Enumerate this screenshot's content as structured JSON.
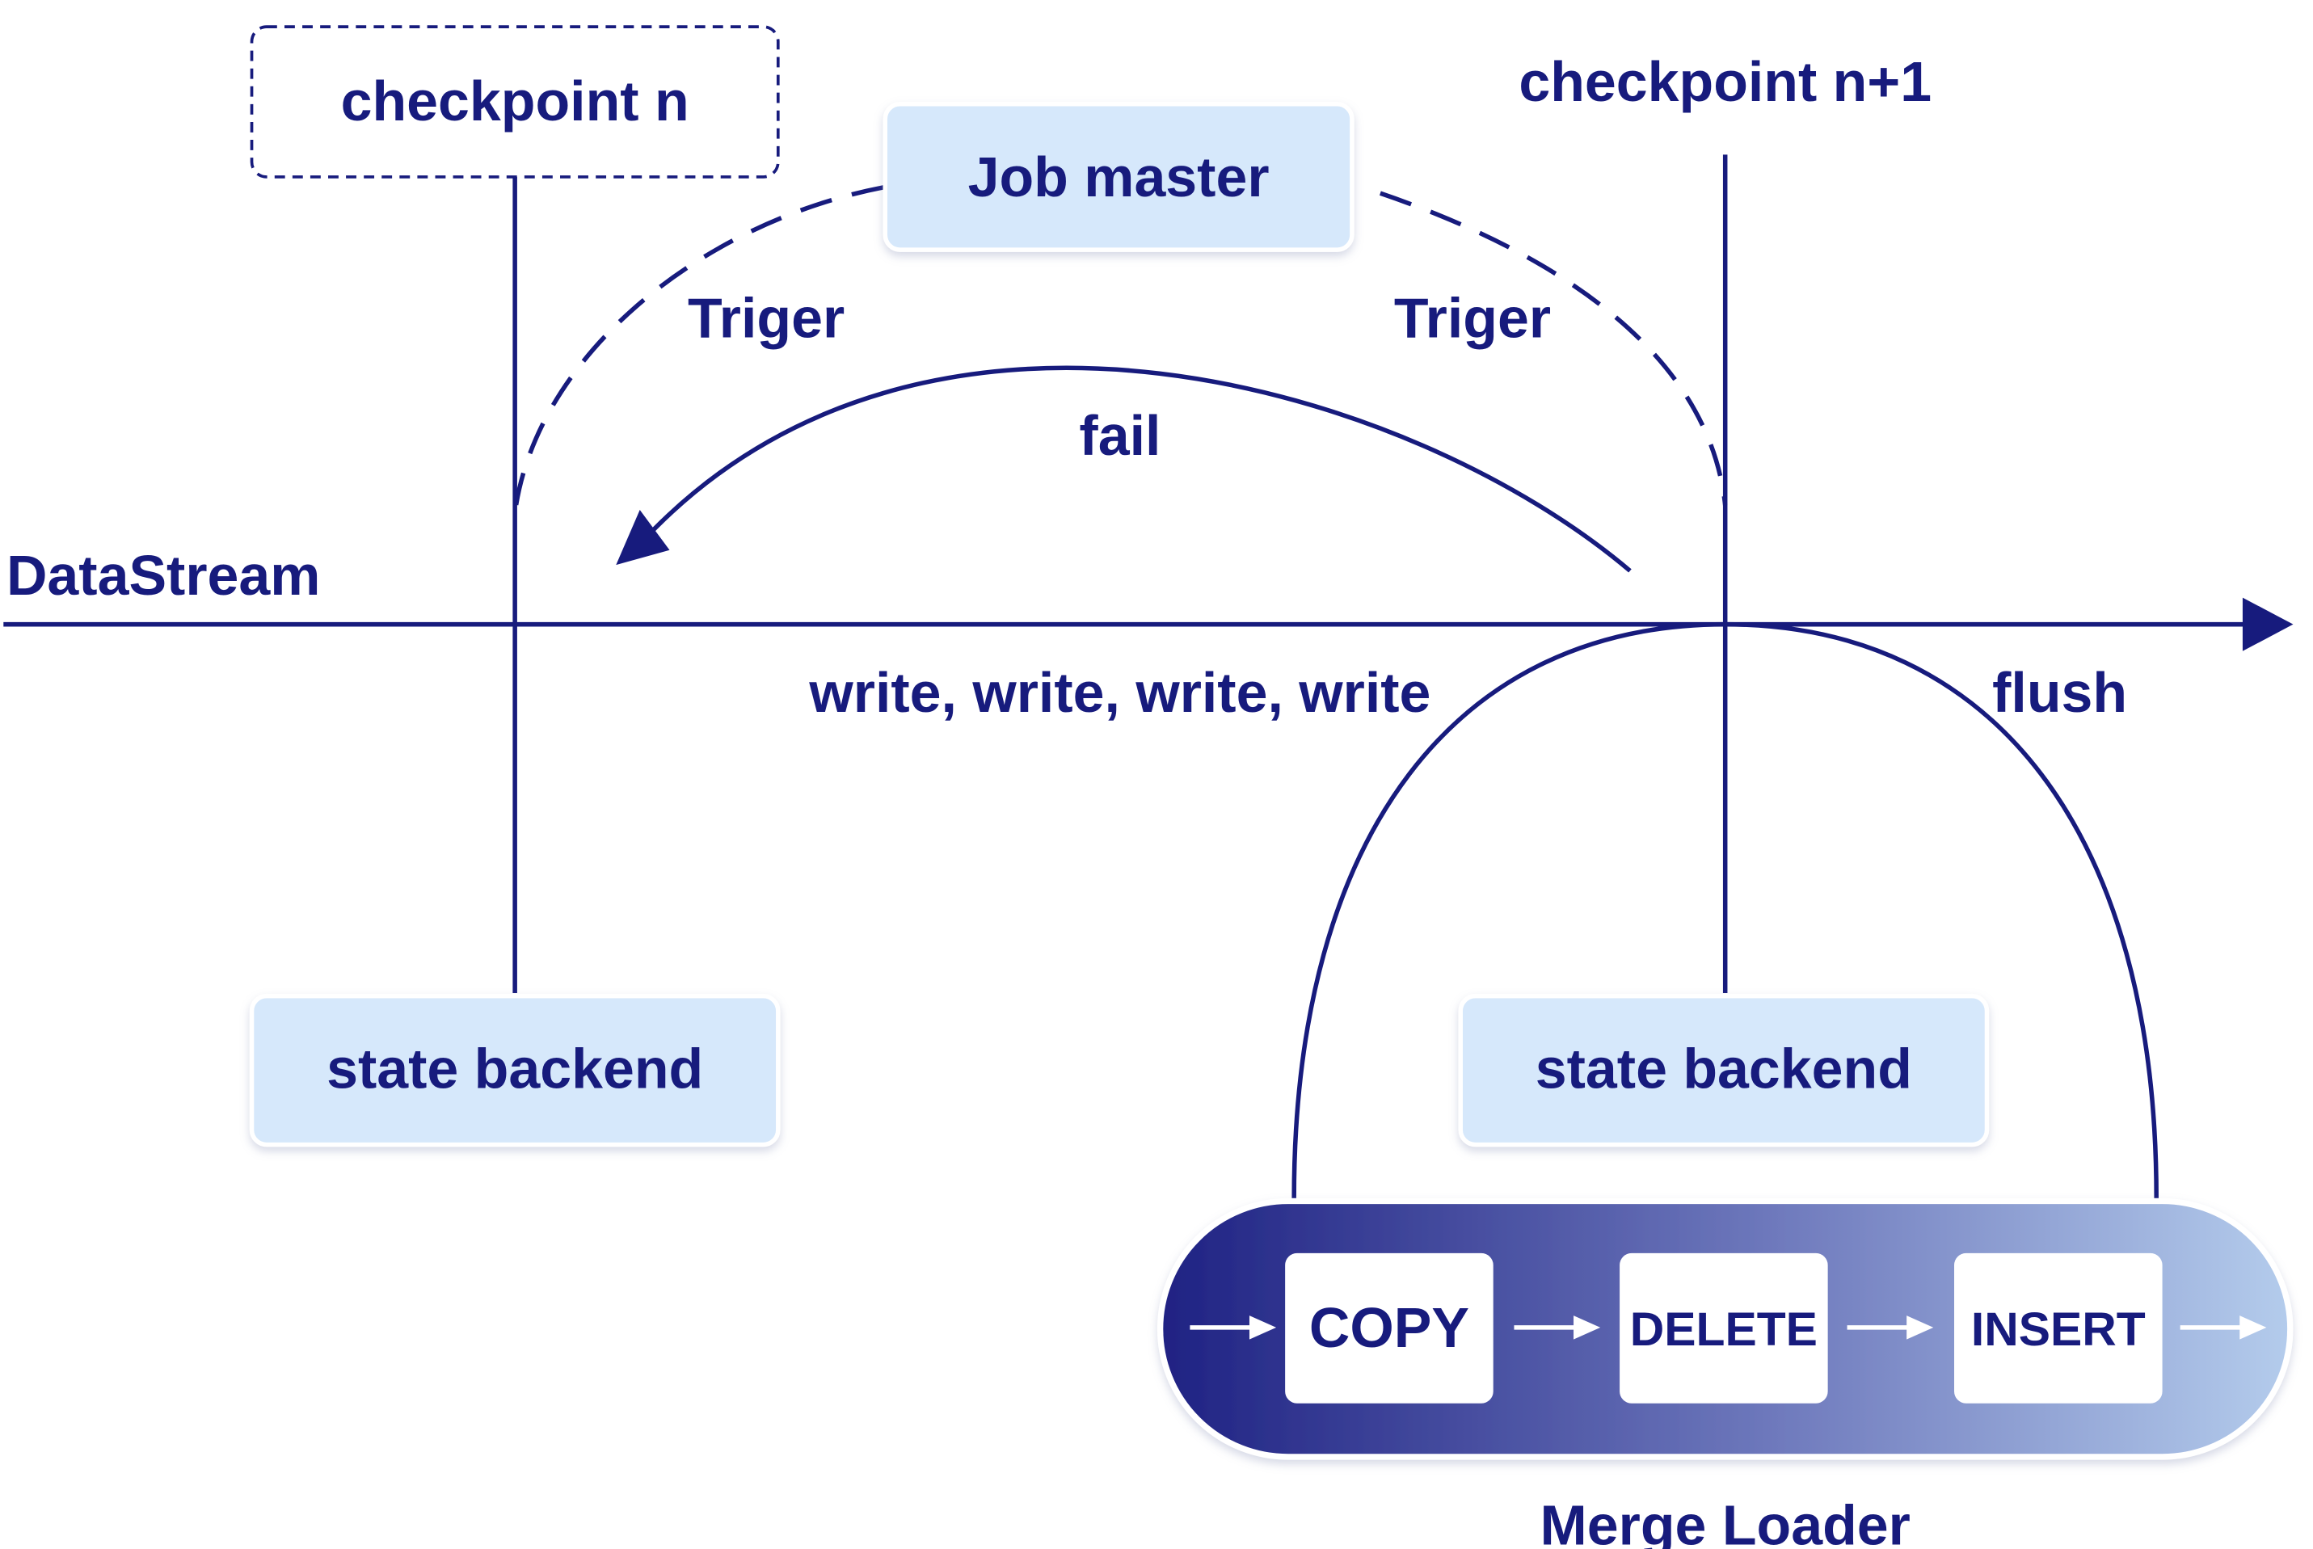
{
  "colors": {
    "ink": "#171b7d",
    "box_fill": "#d6e8fb",
    "box_border": "#ffffff",
    "loader_dark": "#1f2283",
    "loader_light": "#aec6ea"
  },
  "labels": {
    "checkpoint_n": "checkpoint n",
    "checkpoint_n1": "checkpoint n+1",
    "job_master": "Job master",
    "triger_left": "Triger",
    "triger_right": "Triger",
    "fail": "fail",
    "datastream": "DataStream",
    "writes": "write, write, write, write",
    "flush": "flush",
    "state_backend_left": "state backend",
    "state_backend_right": "state backend",
    "merge_loader": "Merge Loader"
  },
  "merge_loader_steps": [
    "COPY",
    "DELETE",
    "INSERT"
  ]
}
